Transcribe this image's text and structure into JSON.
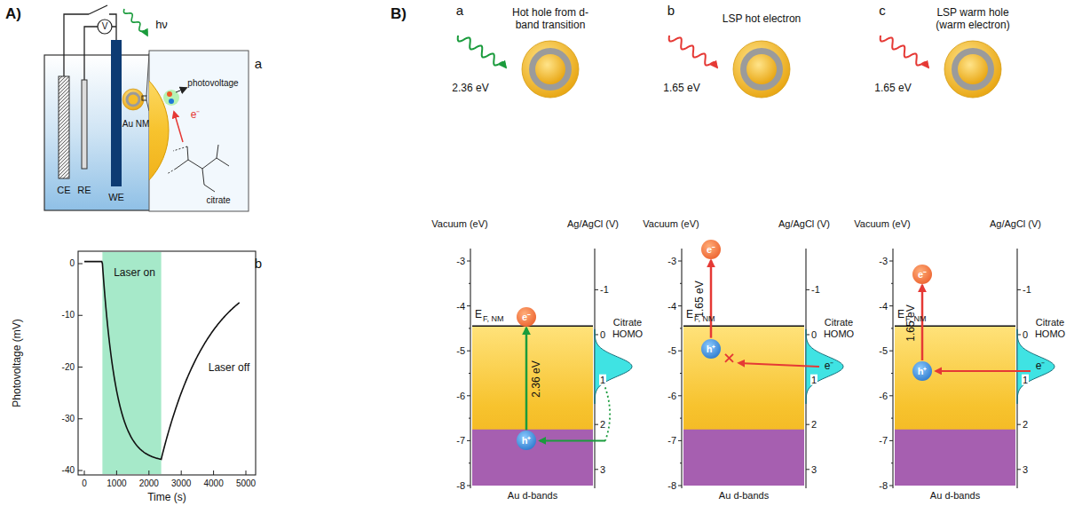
{
  "diagram": {
    "nodes": [
      {
        "text": [
          "Laser on"
        ]
      },
      {
        "text": [
          "e⁻"
        ]
      },
      {
        "text": [
          "h⁺"
        ]
      },
      {
        "text": [
          "e⁻"
        ]
      },
      {
        "text": [
          "h⁺"
        ]
      },
      {
        "text": [
          "e⁻"
        ]
      },
      {
        "text": [
          "h⁺"
        ]
      }
    ],
    "edges": [
      {
        "from": 2,
        "to": 1,
        "arrow": "to",
        "label": "2.36 eV"
      },
      {
        "from": 4,
        "to": 3,
        "arrow": "to",
        "label": "1.65 eV"
      },
      {
        "from": 6,
        "to": 5,
        "arrow": "to",
        "label": "1.65 eV"
      }
    ],
    "labels": [
      "A)",
      "a",
      "CE",
      "RE",
      "WE",
      "V",
      "hν",
      "Au NM",
      "photovoltage",
      "e⁻",
      "citrate",
      "b",
      "Laser off",
      "Photovoltage (mV)",
      "Time (s)",
      "0",
      "-10",
      "-20",
      "-30",
      "-40",
      "0",
      "1000",
      "2000",
      "3000",
      "4000",
      "5000",
      "B)",
      "a",
      "Hot hole from d-band transition",
      "2.36 eV",
      "Vacuum (eV)",
      "Ag/AgCl (V)",
      "-3",
      "-4",
      "-5",
      "-6",
      "-7",
      "-8",
      "-1",
      "0",
      "1",
      "2",
      "3",
      "E",
      "F, NM",
      "Citrate HOMO",
      "Au d-bands",
      "b",
      "LSP hot electron",
      "1.65 eV",
      "Vacuum (eV)",
      "Ag/AgCl (V)",
      "-3",
      "-4",
      "-5",
      "-6",
      "-7",
      "-8",
      "-1",
      "0",
      "1",
      "2",
      "3",
      "E",
      "F, NM",
      "Citrate HOMO",
      "Au d-bands",
      "e⁻",
      "c",
      "LSP warm hole (warm electron)",
      "1.65 eV",
      "Vacuum (eV)",
      "Ag/AgCl (V)",
      "-3",
      "-4",
      "-5",
      "-6",
      "-7",
      "-8",
      "-1",
      "0",
      "1",
      "2",
      "3",
      "E",
      "F, NM",
      "Citrate HOMO",
      "Au d-bands",
      "e⁻"
    ]
  }
}
